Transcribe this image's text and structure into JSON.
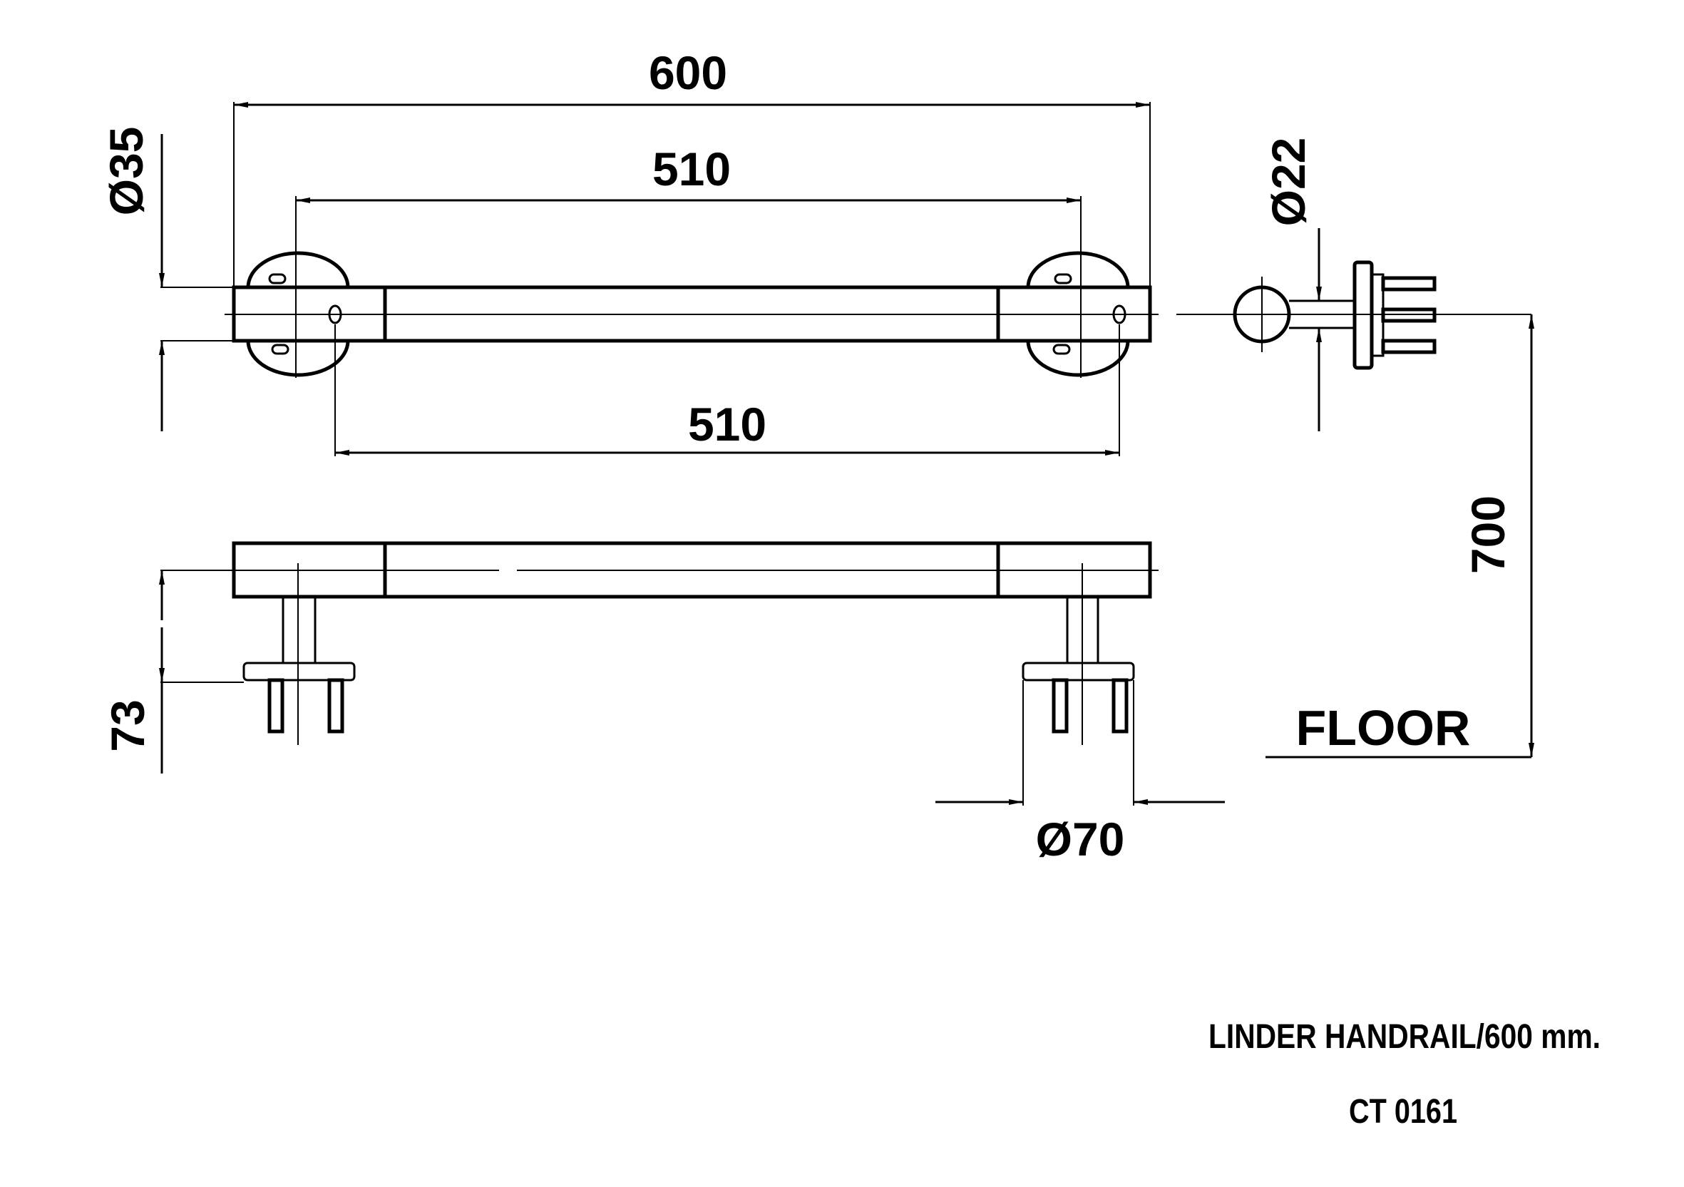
{
  "dimensions": {
    "overall_length": "600",
    "inner_length_top": "510",
    "inner_length_bottom": "510",
    "rail_diameter": "Ø35",
    "side_diameter": "Ø22",
    "height_from_floor": "700",
    "projection": "73",
    "flange_diameter": "Ø70"
  },
  "labels": {
    "floor": "FLOOR"
  },
  "title_block": {
    "title": "LINDER HANDRAIL/600 mm.",
    "code": "CT 0161"
  },
  "colors": {
    "line": "#000000",
    "background": "#ffffff"
  }
}
